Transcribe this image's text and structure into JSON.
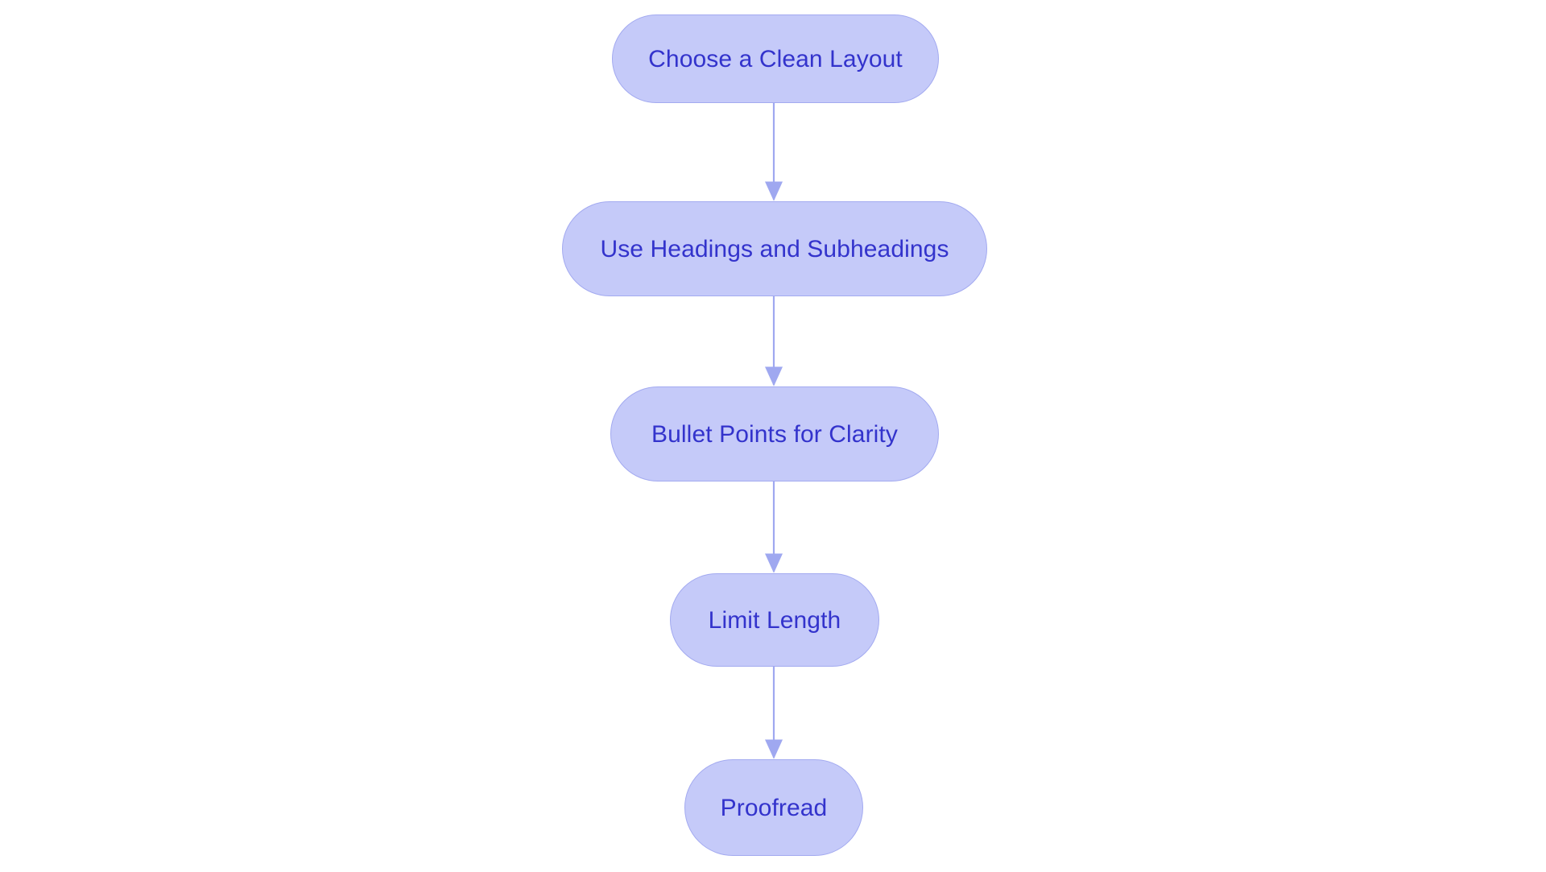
{
  "diagram": {
    "type": "flowchart",
    "orientation": "top-to-bottom",
    "background_color": "#ffffff",
    "node_fill_color": "#c5caf9",
    "node_border_color": "#a3aaf0",
    "node_text_color": "#3333cc",
    "edge_color": "#9fa8f0",
    "nodes": [
      {
        "id": "n1",
        "label": "Choose a Clean Layout"
      },
      {
        "id": "n2",
        "label": "Use Headings and Subheadings"
      },
      {
        "id": "n3",
        "label": "Bullet Points for Clarity"
      },
      {
        "id": "n4",
        "label": "Limit Length"
      },
      {
        "id": "n5",
        "label": "Proofread"
      }
    ],
    "edges": [
      {
        "id": "e1",
        "from": "n1",
        "to": "n2",
        "label": ""
      },
      {
        "id": "e2",
        "from": "n2",
        "to": "n3",
        "label": ""
      },
      {
        "id": "e3",
        "from": "n3",
        "to": "n4",
        "label": ""
      },
      {
        "id": "e4",
        "from": "n4",
        "to": "n5",
        "label": ""
      }
    ]
  }
}
